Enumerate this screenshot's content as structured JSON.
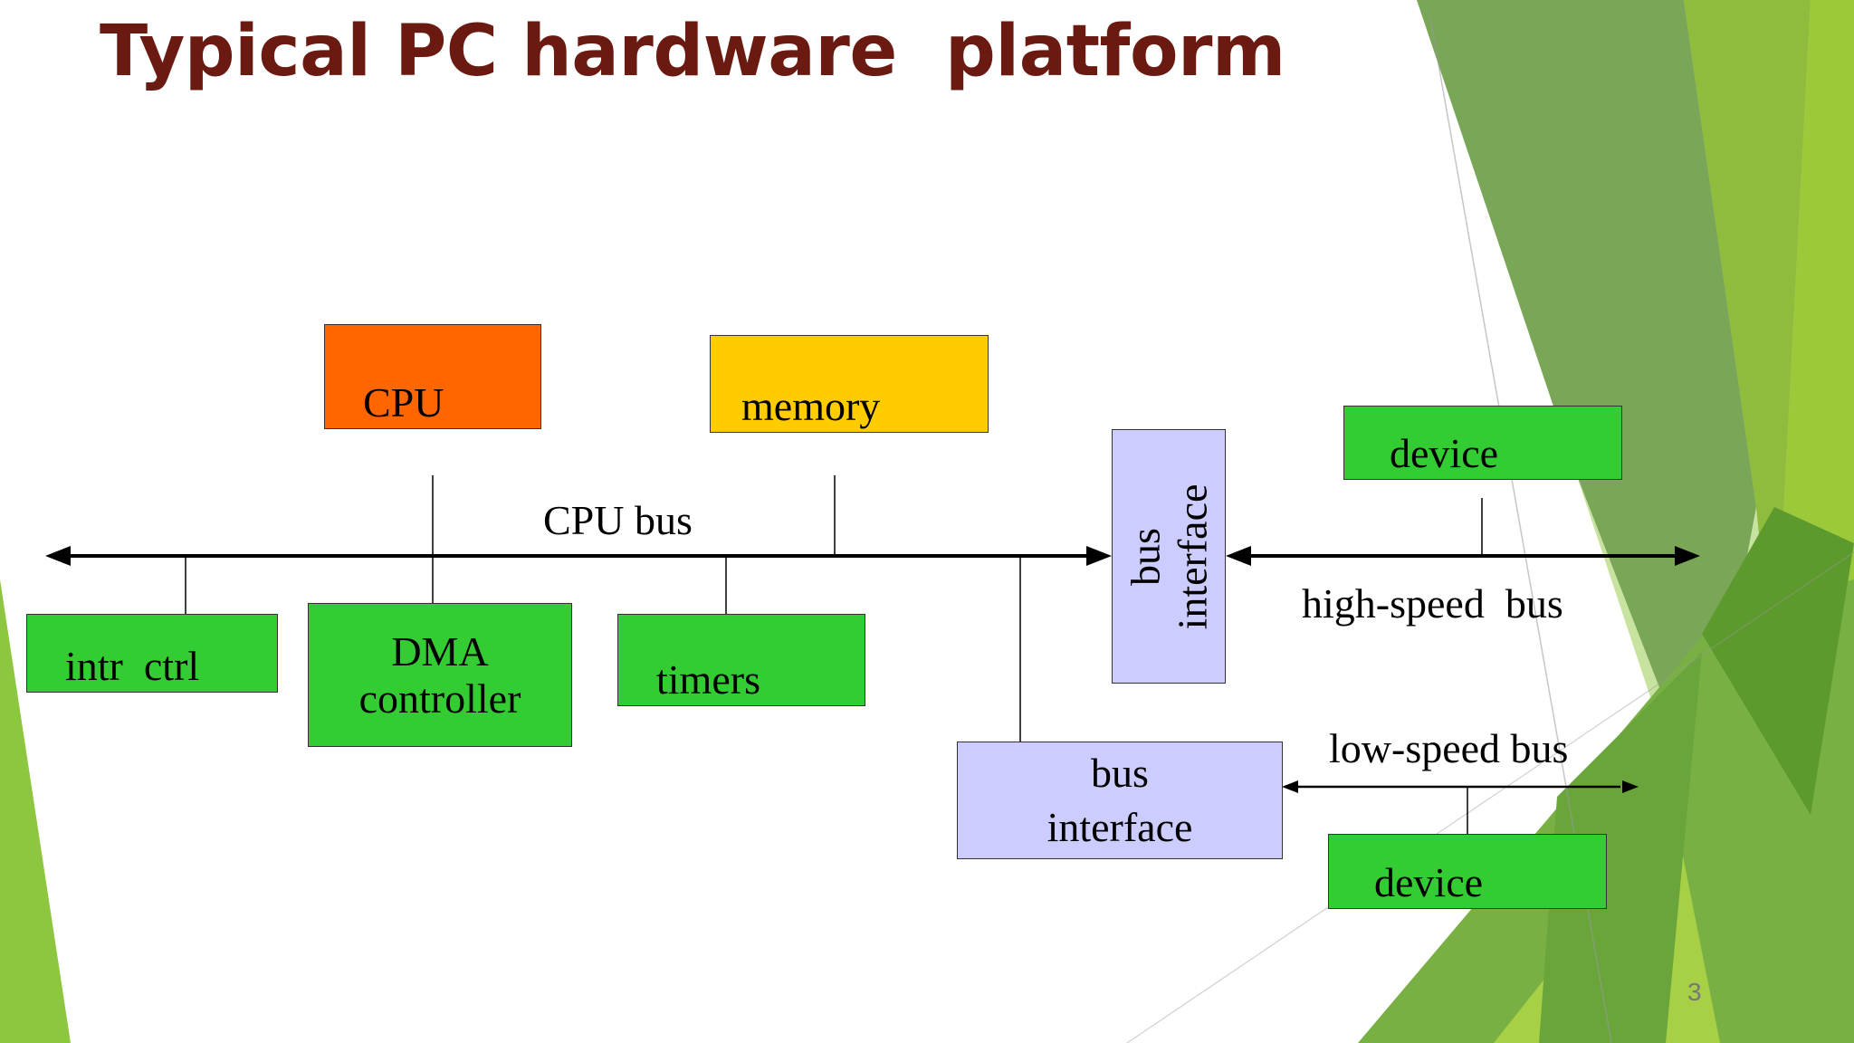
{
  "slide": {
    "title": "Typical PC hardware  platform",
    "page_number": "3"
  },
  "diagram": {
    "components": {
      "cpu": "CPU",
      "memory": "memory",
      "intr_ctrl": "intr  ctrl",
      "dma_line1": "DMA",
      "dma_line2": "controller",
      "timers": "timers",
      "bus_interface_high_line1": "bus",
      "bus_interface_high_line2": "interface",
      "bus_interface_low_line1": "bus",
      "bus_interface_low_line2": "interface",
      "device_high": "device",
      "device_low": "device"
    },
    "buses": {
      "cpu_bus": "CPU bus",
      "high_speed_bus": "high-speed  bus",
      "low_speed_bus": "low-speed bus"
    }
  },
  "colors": {
    "title": "#6b1a12",
    "cpu": "#ff6600",
    "memory": "#ffcc00",
    "component_green": "#33cc33",
    "bus_interface": "#ccccff",
    "accent_green": "#8dc63f"
  }
}
